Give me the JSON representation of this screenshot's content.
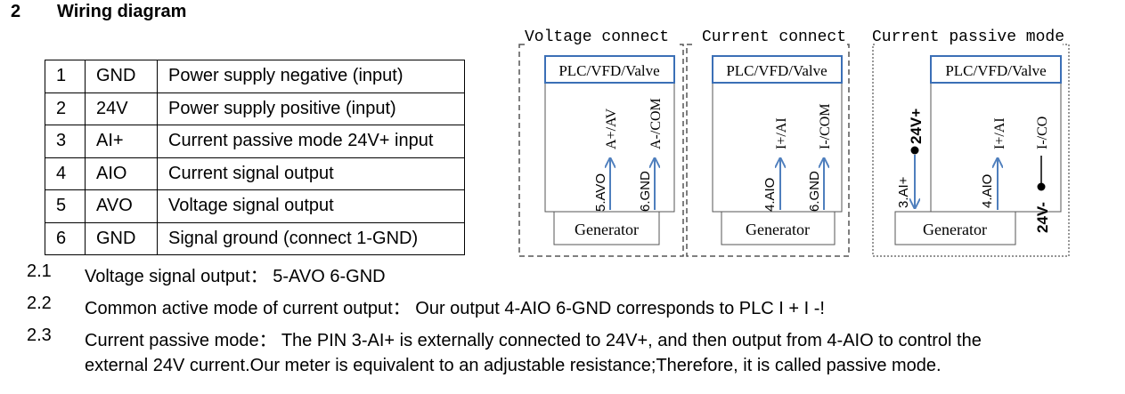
{
  "section": {
    "number": "2",
    "title": "Wiring diagram"
  },
  "pins": [
    {
      "no": "1",
      "name": "GND",
      "desc": "Power supply negative (input)"
    },
    {
      "no": "2",
      "name": "24V",
      "desc": "Power supply positive (input)"
    },
    {
      "no": "3",
      "name": "AI+",
      "desc": "Current passive mode 24V+ input"
    },
    {
      "no": "4",
      "name": "AIO",
      "desc": "Current signal output"
    },
    {
      "no": "5",
      "name": "AVO",
      "desc": "Voltage signal output"
    },
    {
      "no": "6",
      "name": "GND",
      "desc": "Signal ground (connect 1-GND)"
    }
  ],
  "notes": [
    {
      "no": "2.1",
      "text": "Voltage signal output：  5-AVO     6-GND"
    },
    {
      "no": "2.2",
      "text": "Common active mode of current output：  Our output 4-AIO 6-GND corresponds to PLC I + I -!"
    },
    {
      "no": "2.3",
      "text": "Current passive mode：  The PIN 3-AI+ is externally connected to 24V+, and then output from 4-AIO to control the"
    },
    {
      "no": "",
      "text": "external 24V current.Our meter is equivalent to an adjustable resistance;Therefore, it is called passive mode."
    }
  ],
  "diagrams": {
    "voltage": {
      "title": "Voltage connect",
      "device": "PLC/VFD/Valve",
      "in_left": "A+/AV",
      "in_right": "A-/COM",
      "wire_left": "5.AVO",
      "wire_right": "6.GND",
      "generator": "Generator"
    },
    "current": {
      "title": "Current connect",
      "device": "PLC/VFD/Valve",
      "in_left": "I+/AI",
      "in_right": "I-/COM",
      "wire_left": "4.AIO",
      "wire_right": "6.GND",
      "generator": "Generator"
    },
    "passive": {
      "title": "Current passive mode",
      "device": "PLC/VFD/Valve",
      "supply_pos": "24V+",
      "supply_neg": "24V-",
      "in_left": "I+/AI",
      "in_right": "I-/CO",
      "wire_left": "3.AI+",
      "wire_right": "4.AIO",
      "generator": "Generator"
    }
  },
  "colors": {
    "wire": "#4f7fbd",
    "device_border": "#3b6fb6",
    "frame": "#555555"
  }
}
